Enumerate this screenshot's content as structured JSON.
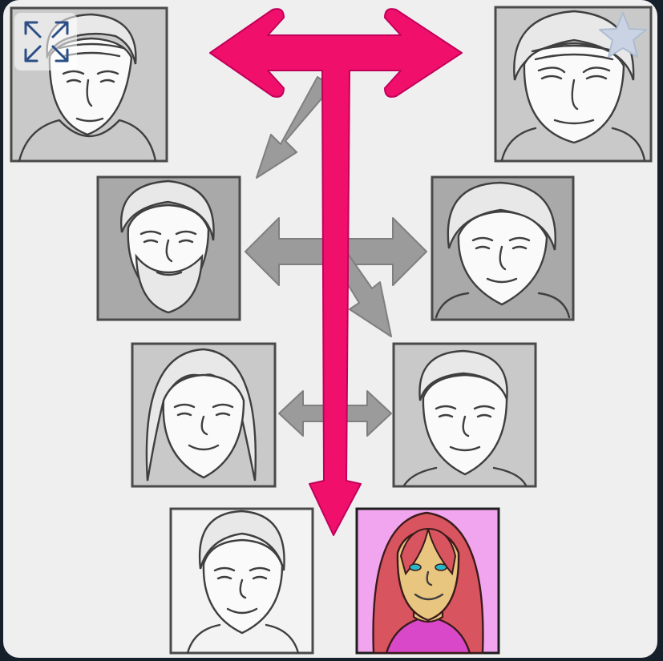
{
  "game": {
    "type": "family-tree-puzzle",
    "generations": 4,
    "highlighted_member": "granddaughter"
  },
  "members": [
    {
      "id": "great-grandfather",
      "generation": 1,
      "shade": "gray",
      "highlighted": false
    },
    {
      "id": "great-grandmother",
      "generation": 1,
      "shade": "gray",
      "highlighted": false
    },
    {
      "id": "grandfather",
      "generation": 2,
      "shade": "dark-gray",
      "highlighted": false
    },
    {
      "id": "grandmother",
      "generation": 2,
      "shade": "dark-gray",
      "highlighted": false
    },
    {
      "id": "mother",
      "generation": 3,
      "shade": "gray",
      "highlighted": false
    },
    {
      "id": "father",
      "generation": 3,
      "shade": "gray",
      "highlighted": false
    },
    {
      "id": "grandson",
      "generation": 4,
      "shade": "white",
      "highlighted": false
    },
    {
      "id": "granddaughter",
      "generation": 4,
      "shade": "pink",
      "highlighted": true
    }
  ],
  "controls": {
    "expand_icon": "expand-arrows-icon",
    "favorite_icon": "star-icon"
  },
  "colors": {
    "page_background": "#efefef",
    "outer_background": "#16202b",
    "lineage_arrow": "#f0106c",
    "relation_arrow": "#9b9b9b",
    "highlight_frame": "#f1a5ee",
    "highlight_hair": "#d8555f",
    "highlight_skin": "#e8c680",
    "highlight_shirt": "#d848c8",
    "highlight_eyes": "#29b8c8"
  }
}
